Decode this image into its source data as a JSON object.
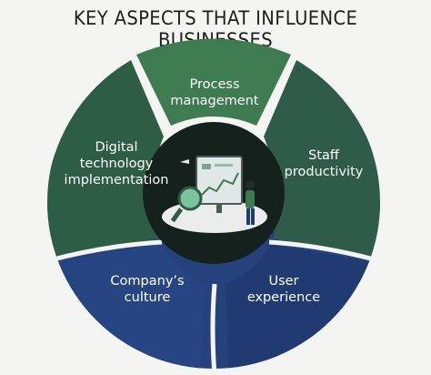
{
  "title": "KEY ASPECTS THAT INFLUENCE BUSINESSES",
  "colors": {
    "process": "#3d7a4f",
    "staff": "#2f5a48",
    "digital": "#2d5c44",
    "culture": "#27427e",
    "user": "#1f3a70",
    "center": "#15211c",
    "gap": "#f4f4f3"
  },
  "segments": [
    {
      "id": "process",
      "line1": "Process",
      "line2": "management"
    },
    {
      "id": "staff",
      "line1": "Staff",
      "line2": "productivity"
    },
    {
      "id": "digital",
      "line1": "Digital",
      "line2": "technology",
      "line3": "implementation"
    },
    {
      "id": "culture",
      "line1": "Company’s",
      "line2": "culture"
    },
    {
      "id": "user",
      "line1": "User",
      "line2": "experience"
    }
  ]
}
